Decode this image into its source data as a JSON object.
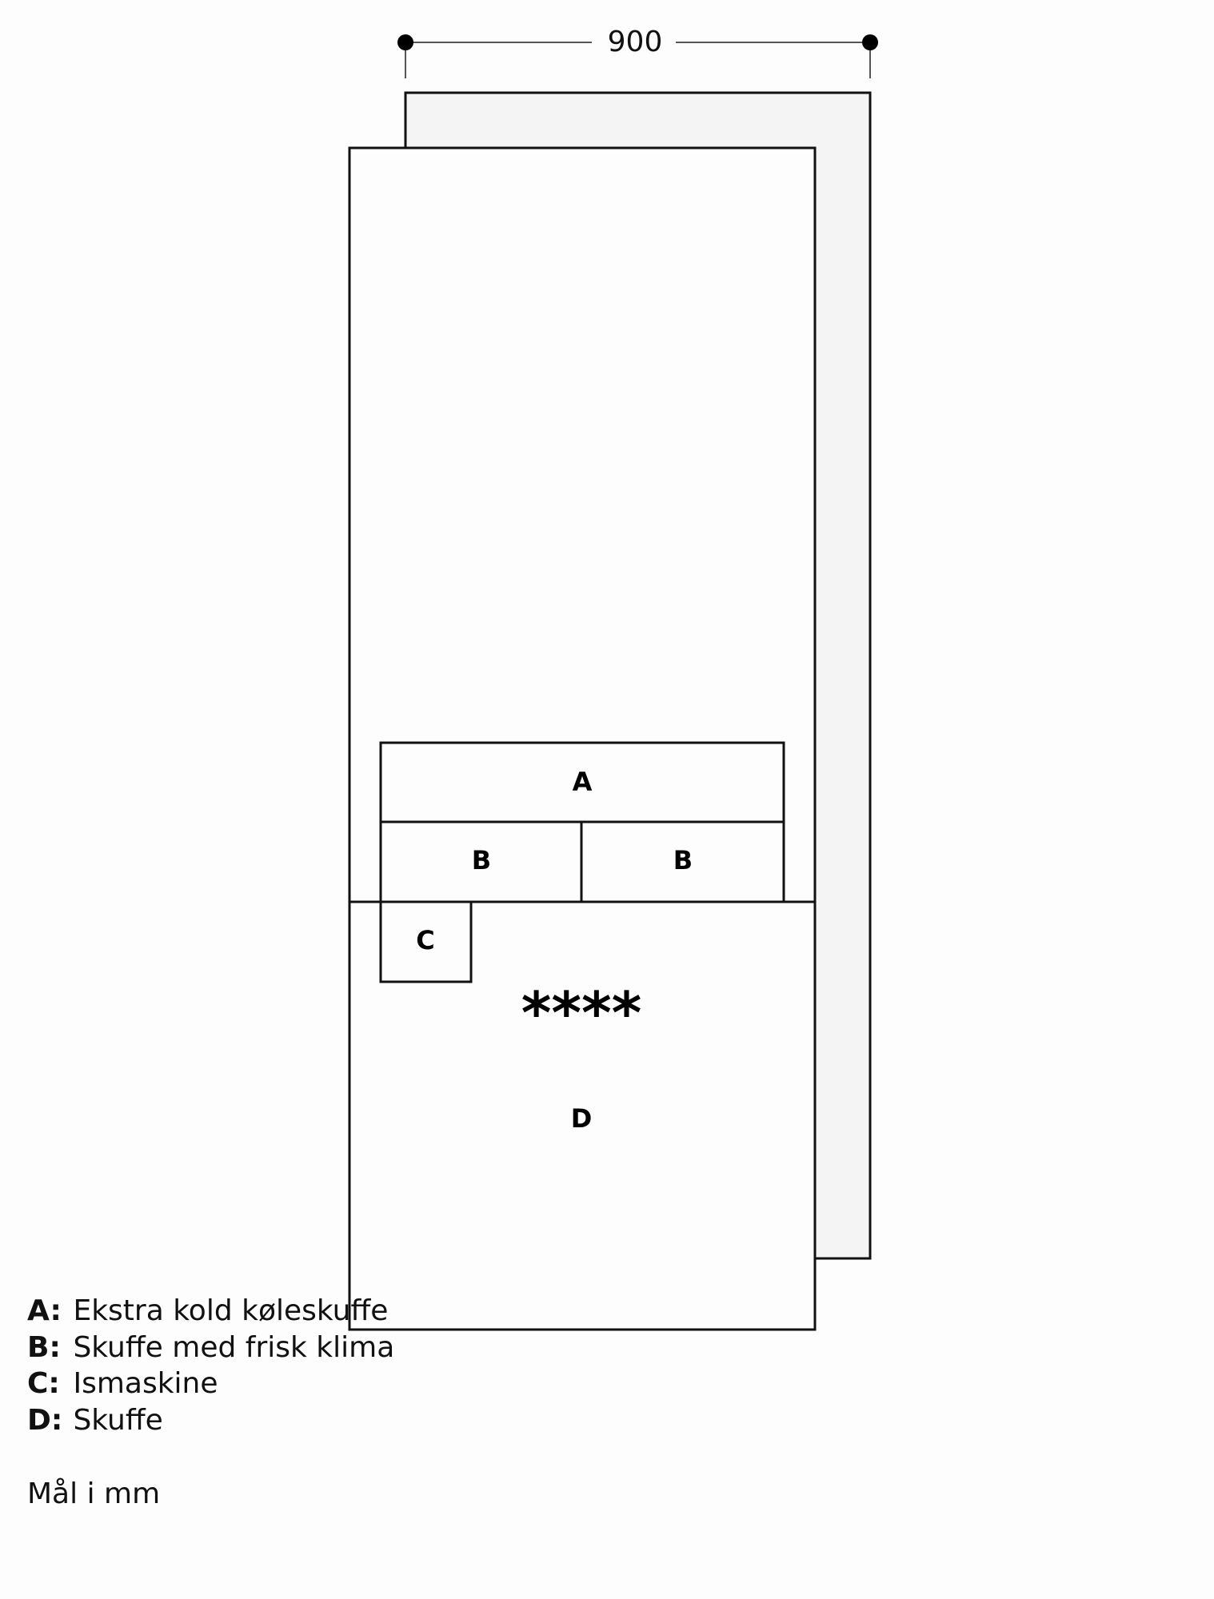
{
  "dimension": {
    "value": "900",
    "unit_note": "Mål i mm"
  },
  "diagram": {
    "compartments": [
      {
        "id": "A",
        "label": "A"
      },
      {
        "id": "B1",
        "label": "B"
      },
      {
        "id": "B2",
        "label": "B"
      },
      {
        "id": "C",
        "label": "C"
      },
      {
        "id": "D",
        "label": "D"
      }
    ],
    "freezer_rating": "****",
    "colors": {
      "stroke": "#111111",
      "back_panel": "#f4f4f4",
      "front_panel": "#fdfdfd"
    }
  },
  "legend": [
    {
      "key": "A:",
      "text": "Ekstra kold køleskuffe"
    },
    {
      "key": "B:",
      "text": "Skuffe med frisk klima"
    },
    {
      "key": "C:",
      "text": "Ismaskine"
    },
    {
      "key": "D:",
      "text": "Skuffe"
    }
  ],
  "note": "Mål i mm"
}
